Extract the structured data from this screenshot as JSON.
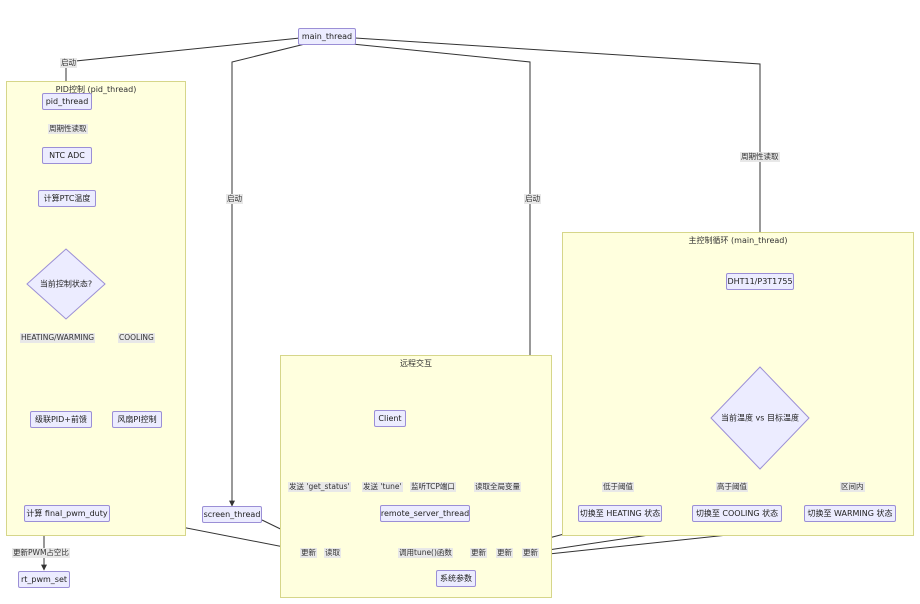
{
  "clusters": {
    "pid": "PID控制 (pid_thread)",
    "remote": "远程交互",
    "main": "主控制循环 (main_thread)"
  },
  "nodes": {
    "main_thread": "main_thread",
    "pid_thread": "pid_thread",
    "ntc_adc": "NTC ADC",
    "calc_ptc": "计算PTC温度",
    "pid_state": "当前控制状态?",
    "cascade_pid": "级联PID+前馈",
    "fan_pi": "风扇PI控制",
    "calc_pwm": "计算 final_pwm_duty",
    "rt_pwm_set": "rt_pwm_set",
    "screen_thread": "screen_thread",
    "client": "Client",
    "remote_server": "remote_server_thread",
    "sys_params": "系统参数",
    "dht11": "DHT11/P3T1755",
    "temp_compare": "当前温度 vs 目标温度",
    "to_heating": "切换至 HEATING 状态",
    "to_cooling": "切换至 COOLING 状态",
    "to_warming": "切换至 WARMING 状态"
  },
  "edge_labels": {
    "start_pid": "启动",
    "start_screen": "启动",
    "start_remote": "启动",
    "periodic_read_pid": "周期性读取",
    "periodic_read_main": "周期性读取",
    "heating_warming": "HEATING/WARMING",
    "cooling": "COOLING",
    "update_pwm_duty": "更新PWM占空比",
    "send_get_status": "发送 'get_status'",
    "send_tune": "发送 'tune'",
    "listen_tcp": "监听TCP端口",
    "read_globals": "读取全局变量",
    "call_tune": "调用tune()函数",
    "update_1": "更新",
    "read_1": "读取",
    "update_2": "更新",
    "update_3": "更新",
    "update_4": "更新",
    "below_threshold": "低于阈值",
    "above_threshold": "高于阈值",
    "in_range": "区间内"
  },
  "colors": {
    "cluster_fill": "#ffffde",
    "cluster_border": "#d6d68a",
    "node_fill": "#ececff",
    "node_border": "#9b8fd6",
    "edge": "#333333",
    "label_bg": "#e8e8e8"
  }
}
